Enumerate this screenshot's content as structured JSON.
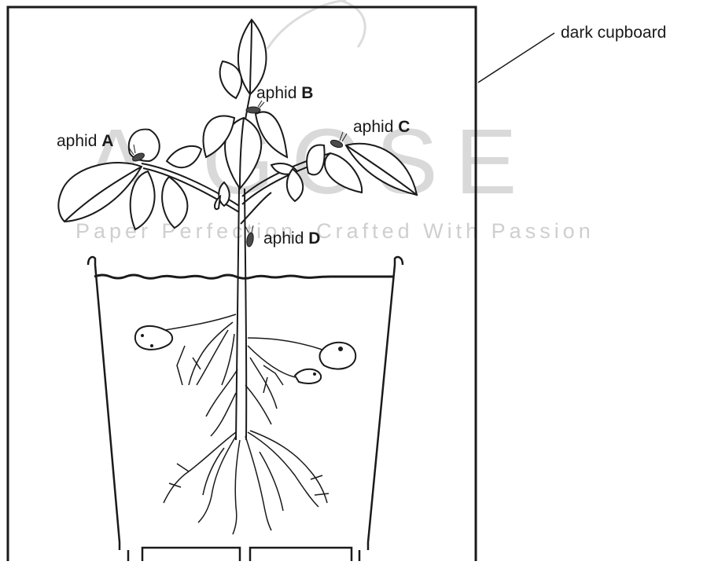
{
  "labels": {
    "cupboard": "dark cupboard",
    "aphid_prefix": "aphid",
    "aphid_a": "A",
    "aphid_b": "B",
    "aphid_c": "C",
    "aphid_d": "D"
  },
  "watermark": {
    "main": "A GCSE",
    "tagline": "Paper Perfection, Crafted With Passion"
  }
}
